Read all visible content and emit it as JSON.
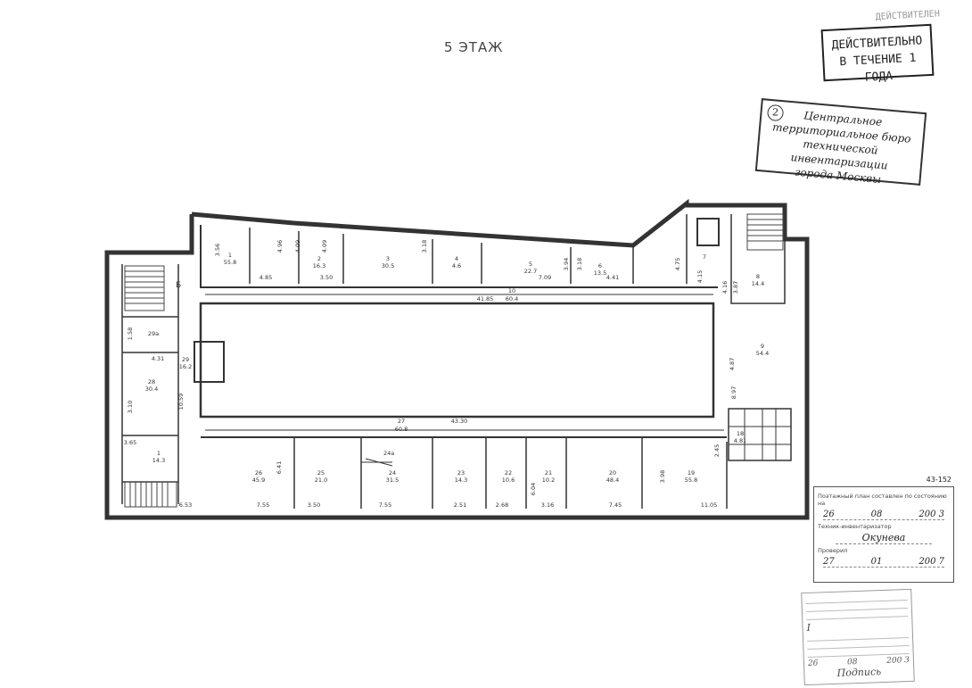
{
  "header": {
    "floor_title": "5  ЭТАЖ"
  },
  "stamp_valid": {
    "faint": "ДЕЙСТВИТЕЛЕН",
    "line1": "ДЕЙСТВИТЕЛЬНО",
    "line2": "В ТЕЧЕНИЕ 1 ГОДА"
  },
  "stamp_bti": {
    "num": "2",
    "line1": "Центральное",
    "line2": "территориальное бюро",
    "line3": "технической инвентаризации",
    "line4": "города Москвы"
  },
  "info_box": {
    "code": "43-152",
    "caption": "Поэтажный план составлен по состоянию на",
    "date1": {
      "d": "26",
      "m": "08",
      "y": "200 3"
    },
    "executor_label": "Техник-инвентаризатор",
    "executor": "Окунева",
    "checked_label": "Проверил",
    "date2": {
      "d": "27",
      "m": "01",
      "y": "200 7"
    }
  },
  "stamp_small": {
    "roman": "I",
    "date": {
      "d": "26",
      "m": "08",
      "y": "200 3"
    },
    "sign": "Подпись"
  },
  "plan": {
    "north_rooms": [
      {
        "n": "1",
        "a": "55.8"
      },
      {
        "n": "2",
        "a": "16.3"
      },
      {
        "n": "3",
        "a": "30.5"
      },
      {
        "n": "4",
        "a": "4.6"
      },
      {
        "n": "5",
        "a": "22.7"
      },
      {
        "n": "6",
        "a": "13.5"
      },
      {
        "n": "7",
        "a": ""
      },
      {
        "n": "8",
        "a": "14.4"
      },
      {
        "n": "9",
        "a": "54.4"
      }
    ],
    "south_rooms": [
      {
        "n": "26",
        "a": "45.9"
      },
      {
        "n": "25",
        "a": "21.0"
      },
      {
        "n": "24",
        "a": "31.5"
      },
      {
        "n": "23",
        "a": "14.3"
      },
      {
        "n": "22",
        "a": "10.6"
      },
      {
        "n": "21",
        "a": "10.2"
      },
      {
        "n": "20",
        "a": "48.4"
      },
      {
        "n": "19",
        "a": "55.8"
      },
      {
        "n": "18",
        "a": "4.81"
      }
    ],
    "west_rooms": [
      {
        "n": "29а",
        "a": ""
      },
      {
        "n": "28",
        "a": "30.4"
      },
      {
        "n": "29",
        "a": "16.2"
      },
      {
        "n": "1",
        "a": "14.3"
      }
    ],
    "corridor_north": {
      "n": "10",
      "a": "60.4"
    },
    "corridor_south": {
      "n": "27",
      "a": "60.8"
    },
    "stair_label": "Б",
    "room_24a": "24а",
    "dims_top": [
      "3.56",
      "4.85",
      "3.50",
      "4.09",
      "4.96",
      "4.09",
      "3.18",
      "3.18",
      "3.94",
      "4.75",
      "4.15",
      "4.16",
      "3.87",
      "4.41",
      "7.09"
    ],
    "dim_top_long": "41.85",
    "dim_bottom_long": "43.30",
    "dims_bottom": [
      "6.53",
      "7.55",
      "3.50",
      "7.55",
      "2.51",
      "2.68",
      "3.16",
      "7.45",
      "11.05"
    ],
    "dims_side": [
      "1.58",
      "4.31",
      "3.10",
      "10.59",
      "4.87",
      "3.65",
      "6.41",
      "6.04",
      "3.98",
      "2.45",
      "8.97"
    ]
  }
}
